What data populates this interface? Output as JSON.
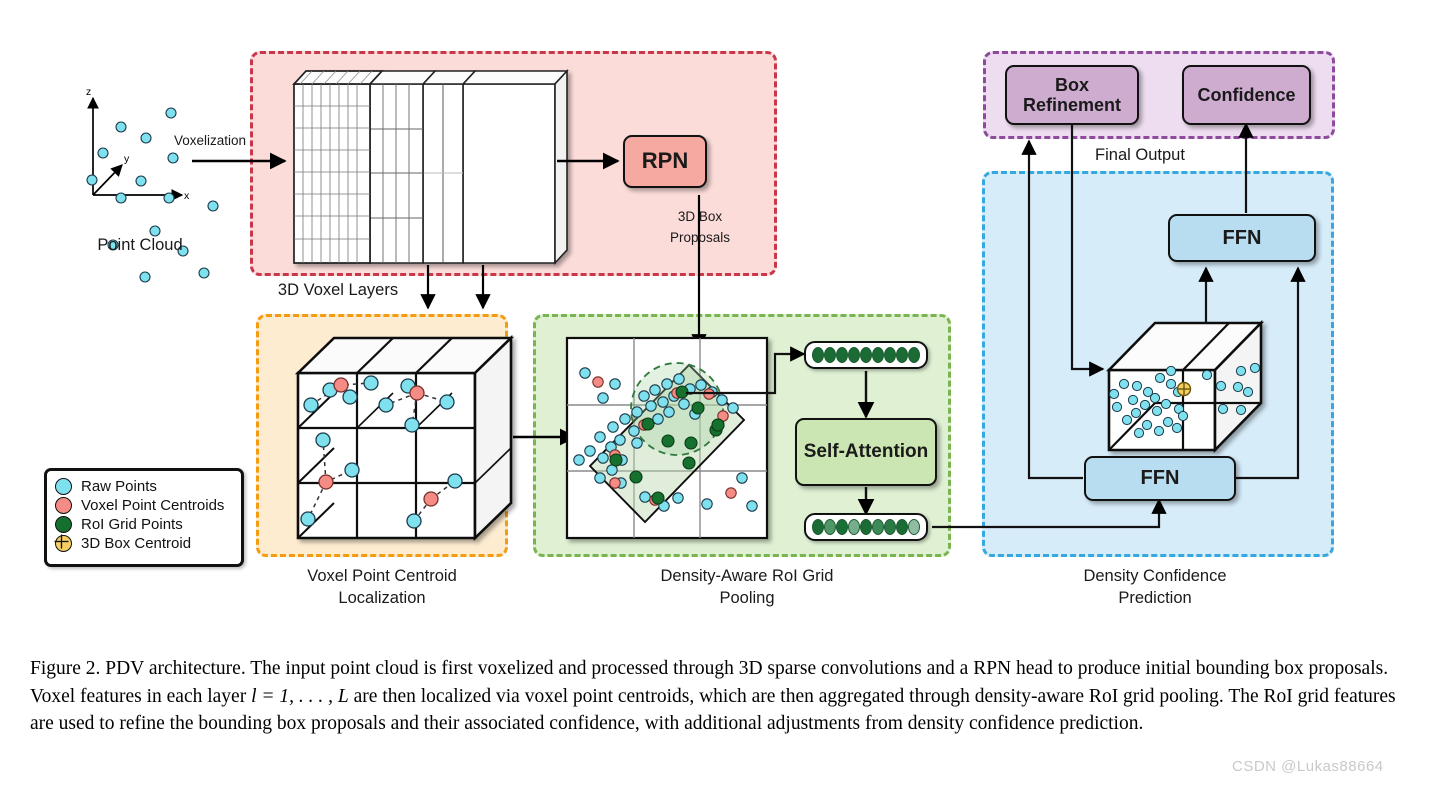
{
  "figure": {
    "title": "PDV architecture diagram",
    "watermark": "CSDN @Lukas88664"
  },
  "panels": {
    "voxel_layers": {
      "label": "3D Voxel Layers",
      "color": "#c9374a",
      "fill": "#fbdcd9"
    },
    "centroid": {
      "label": "Voxel Point Centroid\nLocalization",
      "label_line1": "Voxel Point Centroid",
      "label_line2": "Localization",
      "color": "#f39c12",
      "fill": "#fdecd0"
    },
    "roi_pooling": {
      "label_line1": "Density-Aware RoI Grid",
      "label_line2": "Pooling",
      "color": "#79b451",
      "fill": "#dff0d3"
    },
    "density_conf": {
      "label_line1": "Density Confidence",
      "label_line2": "Prediction",
      "color": "#35a8e0",
      "fill": "#d6ecf9"
    },
    "final_output": {
      "label": "Final Output",
      "color": "#8e4b9c",
      "fill": "#eeddf0"
    }
  },
  "nodes": {
    "rpn": {
      "label": "RPN",
      "color": "#f6a9a0"
    },
    "self_attention": {
      "label": "Self-Attention",
      "color": "#cbe5b3"
    },
    "ffn_upper": {
      "label": "FFN",
      "color": "#b8dcf0"
    },
    "ffn_lower": {
      "label": "FFN",
      "color": "#b8dcf0"
    },
    "box_refinement": {
      "label_line1": "Box",
      "label_line2": "Refinement",
      "color": "#ceacd0"
    },
    "confidence": {
      "label": "Confidence",
      "color": "#ceacd0"
    }
  },
  "edges": {
    "voxelization": "Voxelization",
    "box_proposals_line1": "3D Box",
    "box_proposals_line2": "Proposals"
  },
  "input": {
    "point_cloud_label": "Point Cloud",
    "axis_x": "x",
    "axis_y": "y",
    "axis_z": "z"
  },
  "legend": {
    "items": [
      {
        "label": "Raw Points",
        "color": "#7fe0ee"
      },
      {
        "label": "Voxel Point Centroids",
        "color": "#f48b84"
      },
      {
        "label": "RoI Grid Points",
        "color": "#15702f"
      },
      {
        "label": "3D Box Centroid",
        "color": "#f5cf61"
      }
    ]
  },
  "feature_vectors": {
    "input_vector": {
      "count": 9,
      "shades": [
        "#1a6b34",
        "#1a6b34",
        "#1a6b34",
        "#1a6b34",
        "#1a6b34",
        "#1a6b34",
        "#1a6b34",
        "#1a6b34",
        "#1a6b34"
      ]
    },
    "output_vector": {
      "count": 9,
      "shades": [
        "#1a6b34",
        "#4f9668",
        "#187036",
        "#74ae8b",
        "#1a6b34",
        "#3d8a59",
        "#2a7a45",
        "#1a6b34",
        "#8fbda2"
      ]
    }
  },
  "caption": {
    "text_before_math": "Figure 2. PDV architecture. The input point cloud is first voxelized and processed through 3D sparse convolutions and a RPN head to produce initial bounding box proposals. Voxel features in each layer ",
    "math": "l = 1, . . . , L",
    "text_after_math": " are then localized via voxel point centroids, which are then aggregated through density-aware RoI grid pooling. The RoI grid features are used to refine the bounding box proposals and their associated confidence, with additional adjustments from density confidence prediction."
  },
  "chart_data": {
    "type": "diagram",
    "point_cloud_points": [
      [
        36,
        46
      ],
      [
        61,
        57
      ],
      [
        18,
        72
      ],
      [
        86,
        32
      ],
      [
        7,
        99
      ],
      [
        56,
        100
      ],
      [
        88,
        77
      ],
      [
        36,
        116
      ],
      [
        84,
        117
      ],
      [
        128,
        125
      ],
      [
        28,
        164
      ],
      [
        70,
        150
      ],
      [
        98,
        170
      ],
      [
        60,
        196
      ],
      [
        119,
        192
      ]
    ],
    "centroid_cube_raw": [
      [
        60,
        52
      ],
      [
        118,
        45
      ],
      [
        160,
        38
      ],
      [
        97,
        81
      ],
      [
        23,
        105
      ],
      [
        130,
        92
      ],
      [
        187,
        96
      ],
      [
        163,
        135
      ],
      [
        62,
        148
      ],
      [
        103,
        182
      ],
      [
        55,
        240
      ],
      [
        173,
        232
      ],
      [
        208,
        180
      ],
      [
        152,
        250
      ]
    ],
    "centroid_cube_centroids": [
      [
        72,
        78
      ],
      [
        163,
        112
      ],
      [
        58,
        200
      ],
      [
        186,
        213
      ]
    ]
  }
}
